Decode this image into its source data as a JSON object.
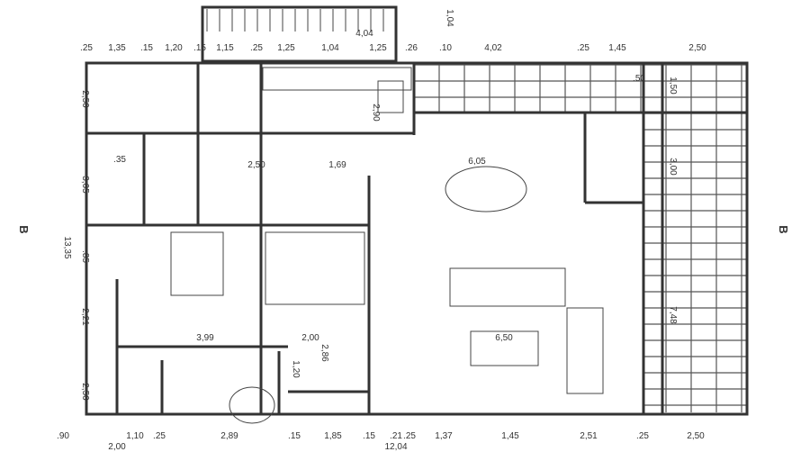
{
  "plan": {
    "section_marker_left": "B",
    "section_marker_right": "B",
    "stair_top_label": "4,04",
    "stair_top_side": "1,04",
    "top_dims": [
      ".25",
      "1,35",
      ".15",
      "1,20",
      ".15",
      "1,15",
      ".25",
      "1,25",
      "1,04",
      "1,25",
      ".26",
      ".10",
      "4,02",
      ".25",
      "1,45",
      "2,50"
    ],
    "bottom_dims": [
      ".90",
      "1,10",
      ".25",
      "2,89",
      ".15",
      "1,85",
      ".15",
      ".21",
      ".25",
      "1,37",
      "1,45",
      "2,51",
      ".25",
      "2,50"
    ],
    "bottom_totals": [
      "2,00",
      "12,04"
    ],
    "left_dims": [
      "2,50",
      "3,05",
      "13,35",
      ".85",
      "2,21",
      "2,50"
    ],
    "interior_dims": [
      "2,50",
      "1,69",
      "6,05",
      "6,50",
      "3,99",
      "2,00",
      "2,86",
      "1,20",
      "2,90",
      ".35",
      "7,48",
      "3,00",
      ".50",
      "1,50"
    ]
  }
}
